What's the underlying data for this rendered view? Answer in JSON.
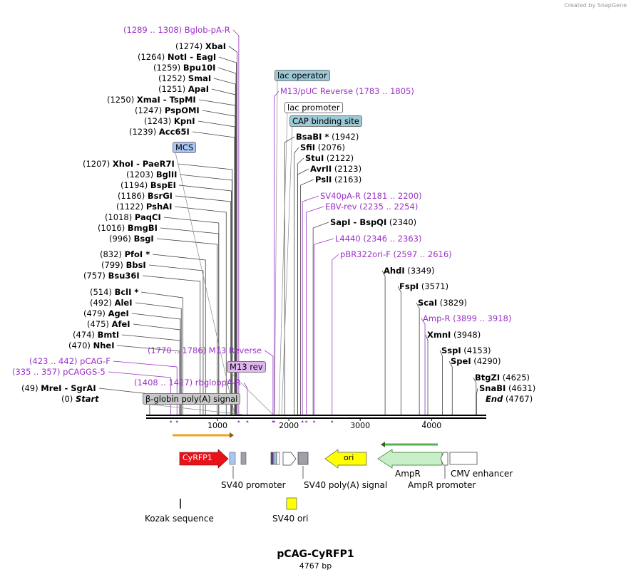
{
  "credit": "Created by SnapGene",
  "plasmid": {
    "name": "pCAG-CyRFP1",
    "length_label": "4767 bp",
    "length": 4767
  },
  "ticks": [
    "1000",
    "2000",
    "3000",
    "4000"
  ],
  "ticks_bp": [
    1000,
    2000,
    3000,
    4000
  ],
  "sites": [
    {
      "pos": "(1289 .. 1308)",
      "name": "Bglob-pA-R",
      "bp": 1298,
      "kind": "primer"
    },
    {
      "pos": "(1274)",
      "name": "XbaI",
      "bp": 1274,
      "kind": "enzyme"
    },
    {
      "pos": "(1264)",
      "name": "NotI  - EagI",
      "bp": 1264,
      "kind": "enzyme"
    },
    {
      "pos": "(1259)",
      "name": "Bpu10I",
      "bp": 1259,
      "kind": "enzyme"
    },
    {
      "pos": "(1252)",
      "name": "SmaI",
      "bp": 1252,
      "kind": "enzyme"
    },
    {
      "pos": "(1251)",
      "name": "ApaI",
      "bp": 1251,
      "kind": "enzyme"
    },
    {
      "pos": "(1250)",
      "name": "XmaI  - TspMI",
      "bp": 1250,
      "kind": "enzyme"
    },
    {
      "pos": "(1247)",
      "name": "PspOMI",
      "bp": 1247,
      "kind": "enzyme"
    },
    {
      "pos": "(1243)",
      "name": "KpnI",
      "bp": 1243,
      "kind": "enzyme"
    },
    {
      "pos": "(1239)",
      "name": "Acc65I",
      "bp": 1239,
      "kind": "enzyme"
    },
    {
      "pos": "(1207)",
      "name": "XhoI  - PaeR7I",
      "bp": 1207,
      "kind": "enzyme"
    },
    {
      "pos": "(1203)",
      "name": "BglII",
      "bp": 1203,
      "kind": "enzyme"
    },
    {
      "pos": "(1194)",
      "name": "BspEI",
      "bp": 1194,
      "kind": "enzyme"
    },
    {
      "pos": "(1186)",
      "name": "BsrGI",
      "bp": 1186,
      "kind": "enzyme"
    },
    {
      "pos": "(1122)",
      "name": "PshAI",
      "bp": 1122,
      "kind": "enzyme"
    },
    {
      "pos": "(1018)",
      "name": "PaqCI",
      "bp": 1018,
      "kind": "enzyme"
    },
    {
      "pos": "(1016)",
      "name": "BmgBI",
      "bp": 1016,
      "kind": "enzyme"
    },
    {
      "pos": "(996)",
      "name": "BsgI",
      "bp": 996,
      "kind": "enzyme"
    },
    {
      "pos": "(832)",
      "name": "PfoI *",
      "bp": 832,
      "kind": "enzyme"
    },
    {
      "pos": "(799)",
      "name": "BbsI",
      "bp": 799,
      "kind": "enzyme"
    },
    {
      "pos": "(757)",
      "name": "Bsu36I",
      "bp": 757,
      "kind": "enzyme"
    },
    {
      "pos": "(514)",
      "name": "BclI *",
      "bp": 514,
      "kind": "enzyme"
    },
    {
      "pos": "(492)",
      "name": "AleI",
      "bp": 492,
      "kind": "enzyme"
    },
    {
      "pos": "(479)",
      "name": "AgeI",
      "bp": 479,
      "kind": "enzyme"
    },
    {
      "pos": "(475)",
      "name": "AfeI",
      "bp": 475,
      "kind": "enzyme"
    },
    {
      "pos": "(474)",
      "name": "BmtI",
      "bp": 474,
      "kind": "enzyme"
    },
    {
      "pos": "(470)",
      "name": "NheI",
      "bp": 470,
      "kind": "enzyme"
    },
    {
      "pos": "(423 .. 442)",
      "name": "pCAG-F",
      "bp": 432,
      "kind": "primer"
    },
    {
      "pos": "(335 .. 357)",
      "name": "pCAGGS-5",
      "bp": 346,
      "kind": "primer"
    },
    {
      "pos": "(49)",
      "name": "MreI  - SgrAI",
      "bp": 49,
      "kind": "enzyme"
    },
    {
      "pos": "(0)",
      "name": "Start",
      "bp": 0,
      "kind": "end"
    },
    {
      "pos": "(1770 .. 1786)",
      "name": "M13 Reverse",
      "bp": 1778,
      "kind": "primer"
    },
    {
      "pos": "(1408 .. 1427)",
      "name": "rbglobpA-R",
      "bp": 1418,
      "kind": "primer"
    },
    {
      "pos": "(1783 .. 1805)",
      "name": "M13/pUC Reverse",
      "bp": 1794,
      "kind": "primer"
    },
    {
      "pos": "(1942)",
      "name": "BsaBI *",
      "bp": 1942,
      "kind": "enzyme"
    },
    {
      "pos": "(2076)",
      "name": "SfiI",
      "bp": 2076,
      "kind": "enzyme"
    },
    {
      "pos": "(2122)",
      "name": "StuI",
      "bp": 2122,
      "kind": "enzyme"
    },
    {
      "pos": "(2123)",
      "name": "AvrII",
      "bp": 2123,
      "kind": "enzyme"
    },
    {
      "pos": "(2163)",
      "name": "PslI",
      "bp": 2163,
      "kind": "enzyme"
    },
    {
      "pos": "(2181 .. 2200)",
      "name": "SV40pA-R",
      "bp": 2190,
      "kind": "primer"
    },
    {
      "pos": "(2235 .. 2254)",
      "name": "EBV-rev",
      "bp": 2244,
      "kind": "primer"
    },
    {
      "pos": "(2340)",
      "name": "SapI  - BspQI",
      "bp": 2340,
      "kind": "enzyme"
    },
    {
      "pos": "(2346 .. 2363)",
      "name": "L4440",
      "bp": 2354,
      "kind": "primer"
    },
    {
      "pos": "(2597 .. 2616)",
      "name": "pBR322ori-F",
      "bp": 2606,
      "kind": "primer"
    },
    {
      "pos": "(3349)",
      "name": "AhdI",
      "bp": 3349,
      "kind": "enzyme"
    },
    {
      "pos": "(3571)",
      "name": "FspI",
      "bp": 3571,
      "kind": "enzyme"
    },
    {
      "pos": "(3829)",
      "name": "ScaI",
      "bp": 3829,
      "kind": "enzyme"
    },
    {
      "pos": "(3899 .. 3918)",
      "name": "Amp-R",
      "bp": 3908,
      "kind": "primer"
    },
    {
      "pos": "(3948)",
      "name": "XmnI",
      "bp": 3948,
      "kind": "enzyme"
    },
    {
      "pos": "(4153)",
      "name": "SspI",
      "bp": 4153,
      "kind": "enzyme"
    },
    {
      "pos": "(4290)",
      "name": "SpeI",
      "bp": 4290,
      "kind": "enzyme"
    },
    {
      "pos": "(4625)",
      "name": "BtgZI",
      "bp": 4625,
      "kind": "enzyme"
    },
    {
      "pos": "(4631)",
      "name": "SnaBI",
      "bp": 4631,
      "kind": "enzyme"
    },
    {
      "pos": "(4767)",
      "name": "End",
      "bp": 4767,
      "kind": "end"
    }
  ],
  "boxed_labels": [
    {
      "text": "lac operator",
      "bp": 1800,
      "fill": "#9cc9d6"
    },
    {
      "text": "lac promoter",
      "bp": 1860,
      "fill": "#ffffff"
    },
    {
      "text": "CAP binding site",
      "bp": 1900,
      "fill": "#9cc9d6"
    },
    {
      "text": "MCS",
      "bp": 1240,
      "fill": "#a9c6f5"
    },
    {
      "text": "M13 rev",
      "bp": 1778,
      "fill": "#e0b6f0"
    },
    {
      "text": "β-globin poly(A) signal",
      "bp": 1360,
      "fill": "#c8c8c8"
    }
  ],
  "features": [
    {
      "name": "CyRFP1",
      "fill": "#e8131a",
      "text_color": "#ffffff"
    },
    {
      "name": "ori",
      "fill": "#ffff00",
      "text_color": "#000000"
    },
    {
      "name": "AmpR",
      "fill": "#c8f0c8",
      "text_color": "#000000"
    },
    {
      "name": "SV40 promoter",
      "fill": "#ffffff",
      "text_color": "#000000"
    },
    {
      "name": "SV40 poly(A) signal",
      "fill": "#a0a0a8",
      "text_color": "#000000"
    },
    {
      "name": "AmpR promoter",
      "fill": "#ffffff",
      "text_color": "#000000"
    },
    {
      "name": "CMV enhancer",
      "fill": "#ffffff",
      "text_color": "#000000"
    },
    {
      "name": "Kozak sequence",
      "fill": "#444444",
      "text_color": "#000000"
    },
    {
      "name": "SV40 ori",
      "fill": "#ffff00",
      "text_color": "#000000"
    }
  ],
  "colors": {
    "enzyme_line": "#333333",
    "primer": "#9b30c8",
    "backbone": "#000000",
    "orf_bar": "#f4a020",
    "ampr_bar": "#58b050"
  }
}
